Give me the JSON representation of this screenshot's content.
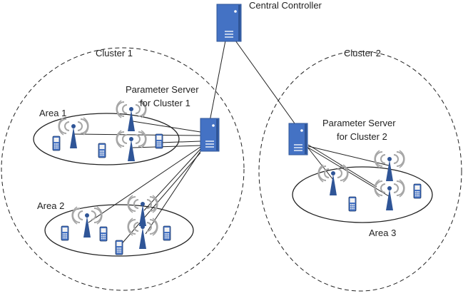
{
  "labels": {
    "central_controller": "Central Controller",
    "cluster1": "Cluster 1",
    "cluster2": "Cluster 2",
    "ps1_line1": "Parameter Server",
    "ps1_line2": "for Cluster 1",
    "ps2_line1": "Parameter Server",
    "ps2_line2": "for Cluster 2",
    "area1": "Area 1",
    "area2": "Area 2",
    "area3": "Area 3"
  },
  "colors": {
    "server": "#4472c4",
    "server_dark": "#2f5597",
    "tower": "#2f5597",
    "wave": "#a6a6a6",
    "line": "#222222",
    "phone_body": "#4472c4",
    "phone_screen": "#f2f2f2"
  },
  "icons": {
    "server": "server-icon",
    "tower": "antenna-tower-icon",
    "phone": "mobile-phone-icon"
  }
}
